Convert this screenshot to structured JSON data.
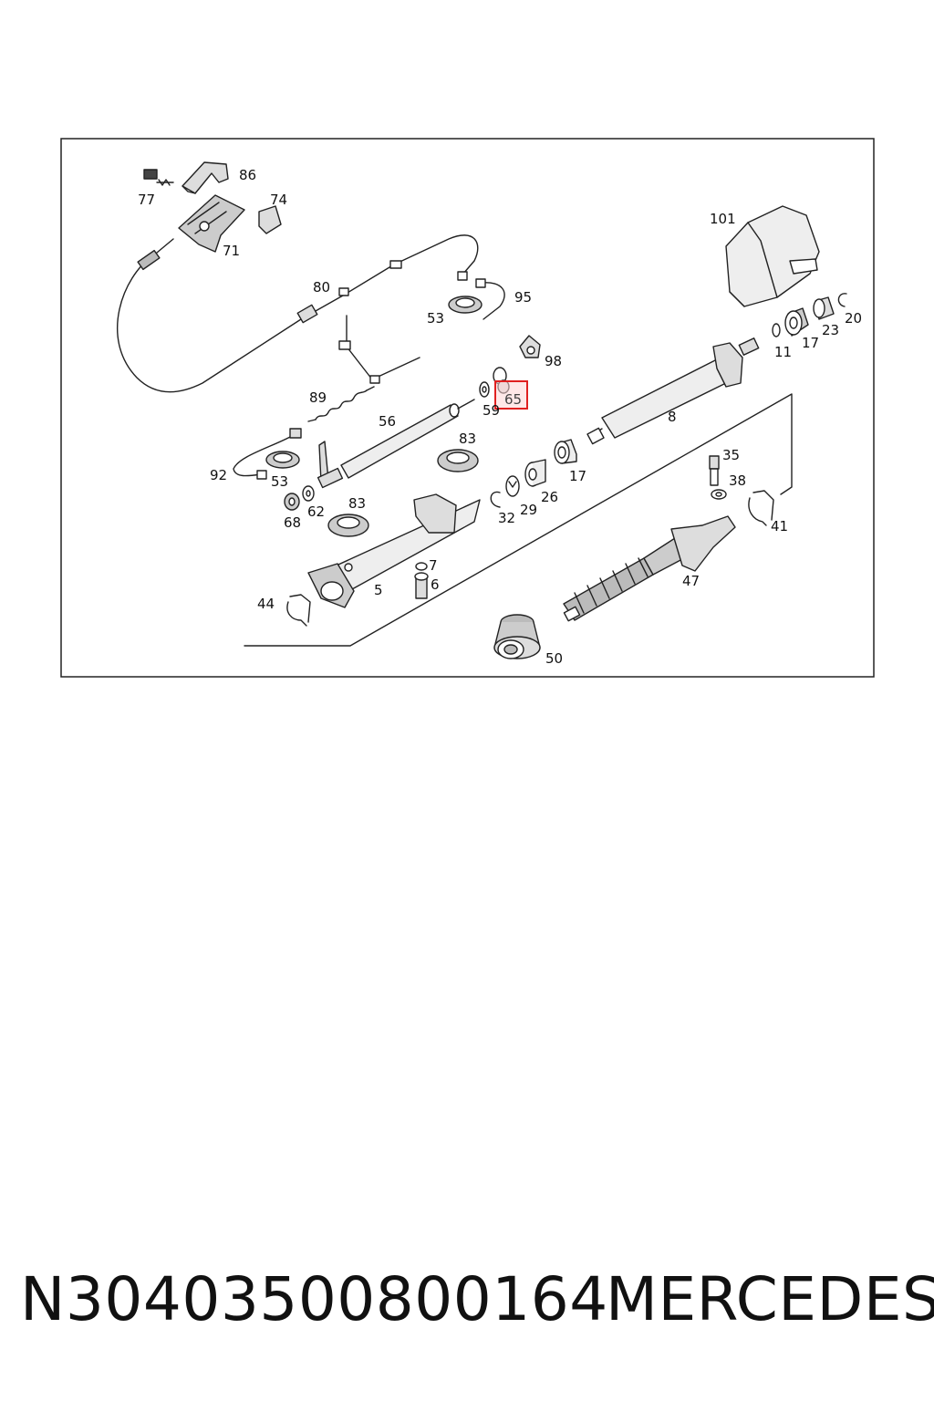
{
  "diagram": {
    "callouts": [
      "77",
      "86",
      "74",
      "71",
      "80",
      "95",
      "53",
      "98",
      "89",
      "65",
      "59",
      "56",
      "83",
      "92",
      "53",
      "68",
      "62",
      "83",
      "32",
      "29",
      "26",
      "17",
      "8",
      "101",
      "11",
      "17",
      "23",
      "20",
      "35",
      "38",
      "41",
      "7",
      "6",
      "5",
      "44",
      "47",
      "50"
    ],
    "highlighted_callout": "65",
    "highlight_color": "#e02020"
  },
  "footer": {
    "part_number": "N30403500800164",
    "brand": "MERCEDES"
  }
}
